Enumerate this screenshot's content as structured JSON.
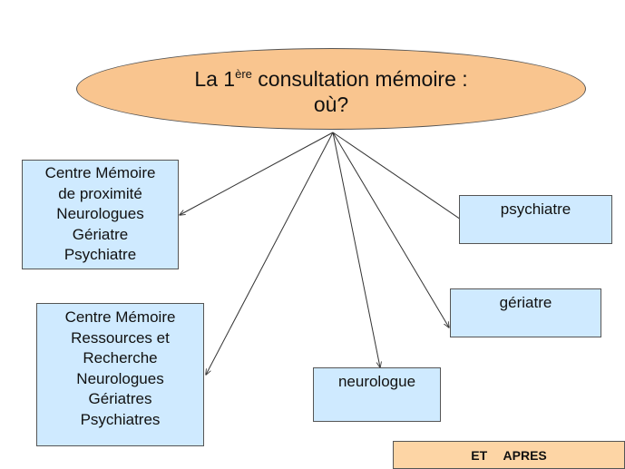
{
  "title": {
    "prefix": "La 1",
    "superscript": "ère",
    "suffix": " consultation mémoire :",
    "line2": "où?"
  },
  "boxes": [
    {
      "lines": [
        "Centre Mémoire",
        "de proximité",
        "Neurologues",
        "Gériatre",
        "Psychiatre"
      ]
    },
    {
      "lines": [
        "Centre Mémoire",
        "Ressources et",
        "Recherche",
        "Neurologues",
        "Gériatres",
        "Psychiatres"
      ]
    },
    {
      "lines": [
        "neurologue"
      ]
    },
    {
      "lines": [
        "gériatre"
      ]
    },
    {
      "lines": [
        "psychiatre"
      ]
    }
  ],
  "footer_label": "ET APRES",
  "colors": {
    "ellipse_fill": "#f9c58f",
    "box_fill": "#cfeaff",
    "footer_fill": "#fdd5a5"
  }
}
